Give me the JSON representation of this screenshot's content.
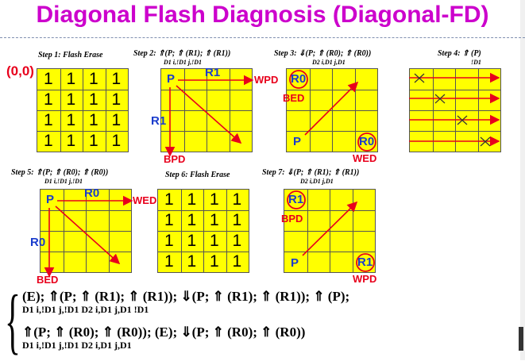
{
  "title": "Diagonal Flash Diagnosis (Diagonal-FD)",
  "origin_label": "(0,0)",
  "steps": {
    "s1": "Step  1: Flash   Erase",
    "s2": "Step  2: ⇑(P; ⇑ (R1); ⇑ (R1))",
    "s2_sub": "D1       i,!D1       j,!D1",
    "s3": "Step  3: ⇓(P; ⇑ (R0); ⇑ (R0))",
    "s3_sub": "D2       i,D1       j,D1",
    "s4": "Step  4: ⇑ (P)",
    "s4_sub": "!D1",
    "s5": "Step  5: ⇑(P; ⇑ (R0); ⇑ (R0))",
    "s5_sub": "D1       i,!D1       j,!D1",
    "s6": "Step  6: Flash   Erase",
    "s7": "Step  7: ⇓(P; ⇑ (R1); ⇑ (R1))",
    "s7_sub": "D2       i,D1       j,D1"
  },
  "cell_value": "1",
  "labels": {
    "p": "P",
    "r1": "R1",
    "r0": "R0",
    "wpd": "WPD",
    "bpd": "BPD",
    "wed": "WED",
    "bed": "BED"
  },
  "formula": {
    "line1": "(E); ⇑(P;  ⇑   (R1);   ⇑   (R1)); ⇓(P;  ⇑   (R1);   ⇑   (R1)); ⇑ (P);",
    "line1_sub": "D1         i,!D1              j,!D1                D2        i,D1              j,D1            !D1",
    "line2": "⇑(P;  ⇑   (R0);   ⇑   (R0)); (E); ⇓(P;  ⇑   (R0);   ⇑   (R0))",
    "line2_sub": "D1      i,!D1             j,!D1                      D2         i,D1             j,D1"
  },
  "colors": {
    "title": "#cc00cc",
    "grid": "#ffff00",
    "blue": "#1a3ccc",
    "red": "#e8001c"
  }
}
